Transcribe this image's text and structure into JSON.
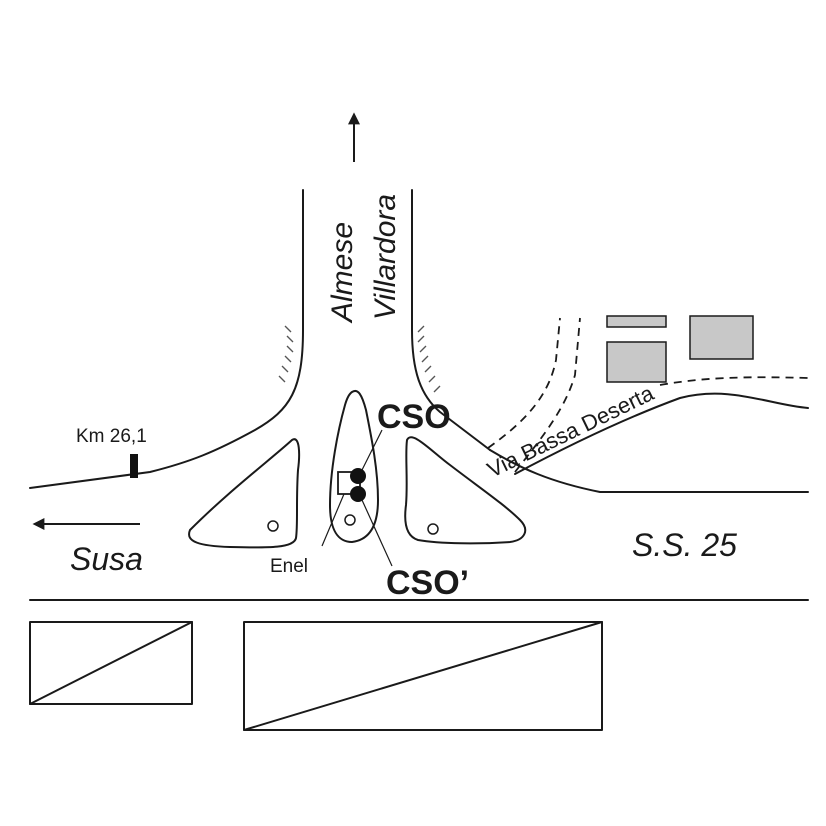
{
  "map": {
    "road_north_top": "Almese",
    "road_north_bottom": "Villardora",
    "west_direction": "Susa",
    "main_road": "S.S. 25",
    "side_road": "Via Bassa Deserta",
    "km_marker": "Km 26,1",
    "site_cso": "CSO",
    "site_cso_prime": "CSO’",
    "enel_label": "Enel"
  },
  "colors": {
    "line": "#1a1a1a",
    "building_fill": "#c8c8c8",
    "background": "#ffffff"
  }
}
